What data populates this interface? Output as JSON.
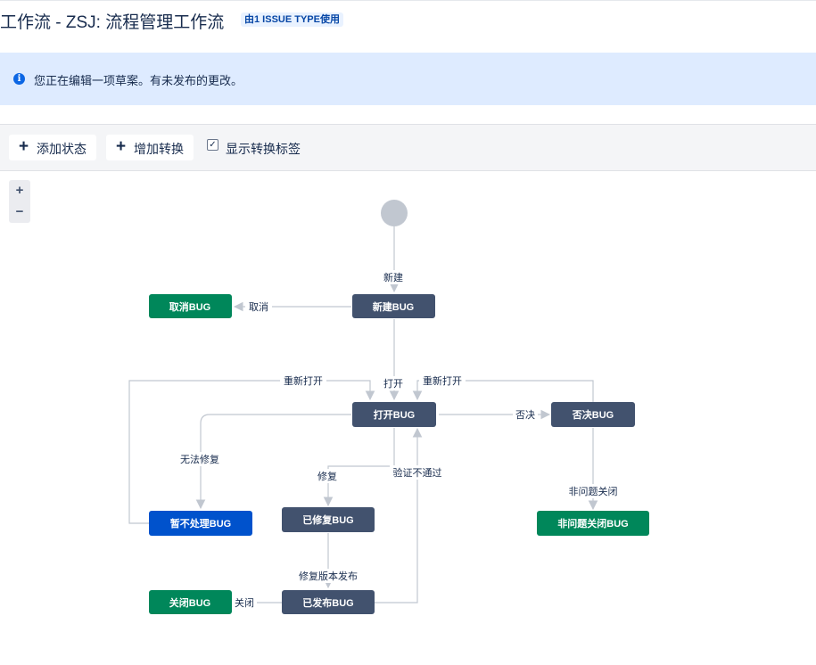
{
  "header": {
    "title": "工作流 - ZSJ: 流程管理工作流",
    "usage_badge": "由1 ISSUE TYPE使用"
  },
  "banner": {
    "icon": "info-icon",
    "text": "您正在编辑一项草案。有未发布的更改。"
  },
  "toolbar": {
    "add_status_label": "添加状态",
    "add_transition_label": "增加转换",
    "show_labels_text": "显示转换标签",
    "show_labels_checked": true
  },
  "zoom": {
    "in_label": "+",
    "out_label": "−"
  },
  "colors": {
    "todo": "#42526e",
    "done": "#00875a",
    "in_progress": "#0052cc",
    "start": "#c1c7d0",
    "line": "#c1c7d0"
  },
  "diagram": {
    "statuses": {
      "new": "新建BUG",
      "cancelled": "取消BUG",
      "open": "打开BUG",
      "rejected": "否决BUG",
      "on_hold": "暂不处理BUG",
      "fixed": "已修复BUG",
      "non_issue_closed": "非问题关闭BUG",
      "closed": "关闭BUG",
      "released": "已发布BUG"
    },
    "transitions": {
      "create": "新建",
      "cancel": "取消",
      "open": "打开",
      "reopen_left": "重新打开",
      "reopen_right": "重新打开",
      "reject": "否决",
      "cannot_fix": "无法修复",
      "fix": "修复",
      "verify_failed": "验证不通过",
      "close_non_issue": "非问题关闭",
      "release": "修复版本发布",
      "close": "关闭"
    }
  }
}
